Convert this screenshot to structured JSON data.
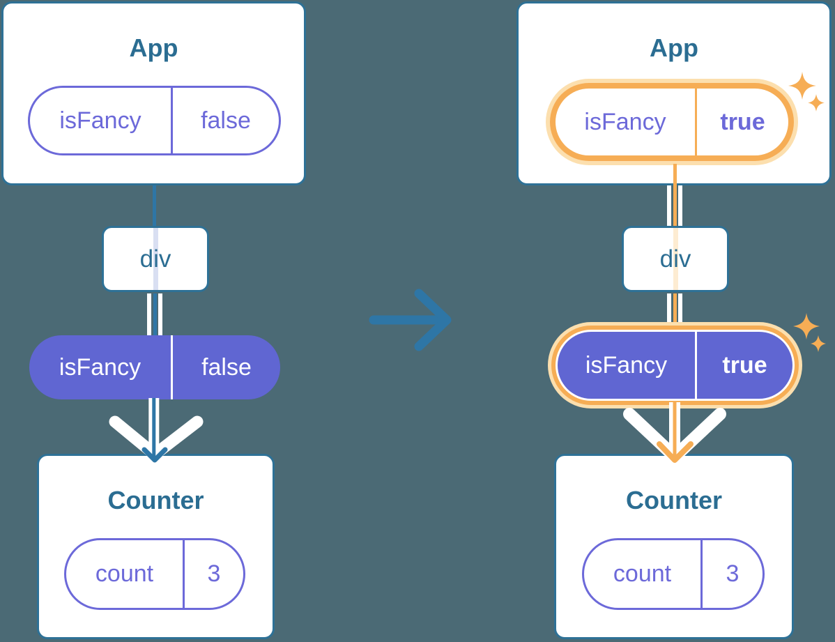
{
  "before": {
    "app": {
      "title": "App",
      "prop_name": "isFancy",
      "prop_value": "false"
    },
    "div_label": "div",
    "passed_prop": {
      "name": "isFancy",
      "value": "false"
    },
    "counter": {
      "title": "Counter",
      "state_name": "count",
      "state_value": "3"
    }
  },
  "after": {
    "app": {
      "title": "App",
      "prop_name": "isFancy",
      "prop_value": "true"
    },
    "div_label": "div",
    "passed_prop": {
      "name": "isFancy",
      "value": "true"
    },
    "counter": {
      "title": "Counter",
      "state_name": "count",
      "state_value": "3"
    }
  },
  "icons": {
    "transition": "arrow-right-icon",
    "flow_before": "arrow-down-icon",
    "flow_after": "arrow-down-icon",
    "highlight": "sparkle-icon"
  },
  "colors": {
    "background": "#4b6a75",
    "card_background": "#ffffff",
    "card_border": "#2e7196",
    "title_text": "#2b6d92",
    "arrow_blue": "#2e76a6",
    "purple_outline": "#6c69d9",
    "purple_fill": "#6066d2",
    "lavender_stripe": "#d9dff2",
    "highlight_orange": "#f6ad55",
    "highlight_orange_light": "#fcdfae",
    "cream_stripe": "#fdecd2"
  }
}
